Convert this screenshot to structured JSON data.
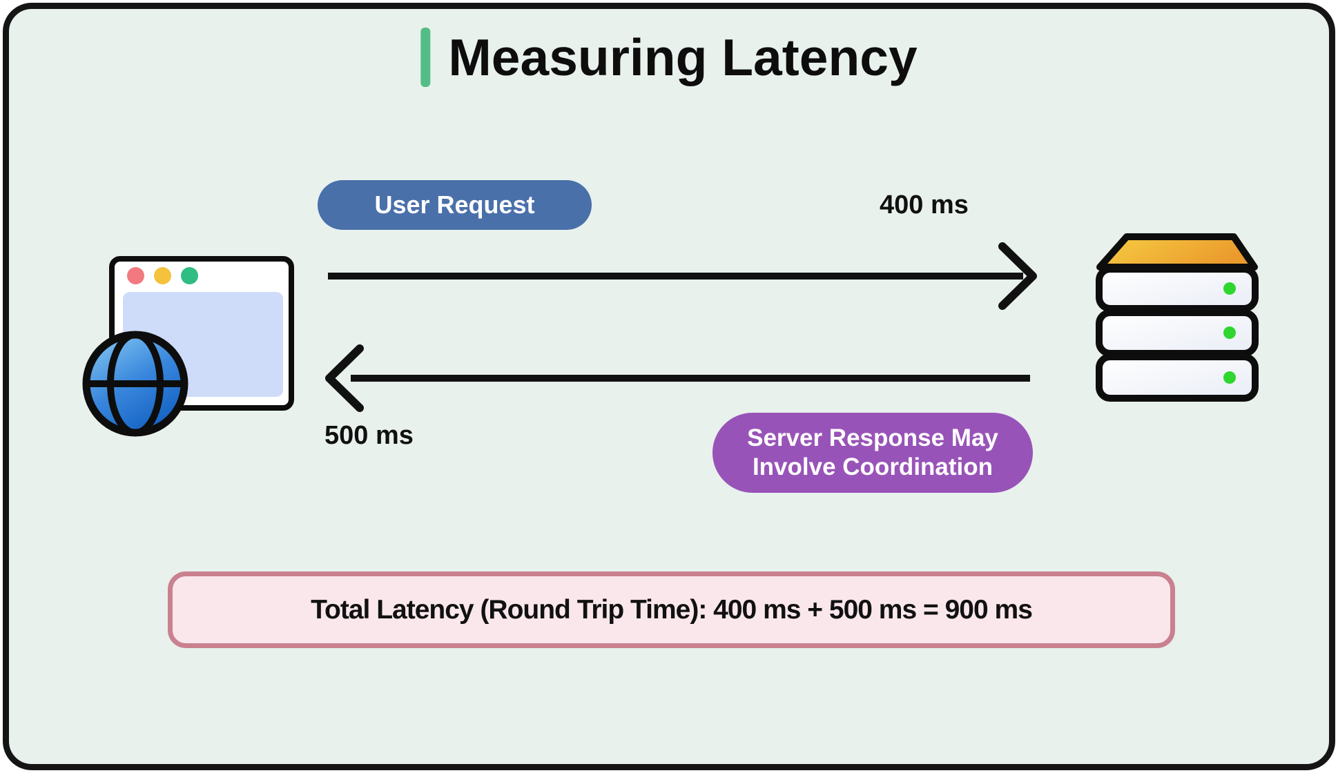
{
  "header": {
    "title": "Measuring Latency"
  },
  "request": {
    "label": "User Request",
    "latency": "400 ms",
    "direction": "client-to-server"
  },
  "response": {
    "label_line1": "Server Response May",
    "label_line2": "Involve Coordination",
    "latency": "500 ms",
    "direction": "server-to-client"
  },
  "summary": "Total Latency (Round Trip Time): 400 ms + 500 ms = 900 ms",
  "icons": {
    "client": "browser-globe-icon",
    "server": "server-stack-icon"
  },
  "colors": {
    "background": "#e8f1ec",
    "frame_border": "#151515",
    "title_accent": "#54bd85",
    "request_badge": "#4a70aa",
    "response_badge": "#9853b8",
    "summary_fill": "#fae7ec",
    "summary_border": "#c9808f",
    "arrow": "#111111",
    "server_top": "#f6ce44",
    "server_top_dark": "#eb9a2c",
    "status_led": "#2fd62f",
    "globe_blue": "#2e7fd8",
    "browser_content": "#cfdcf9"
  }
}
